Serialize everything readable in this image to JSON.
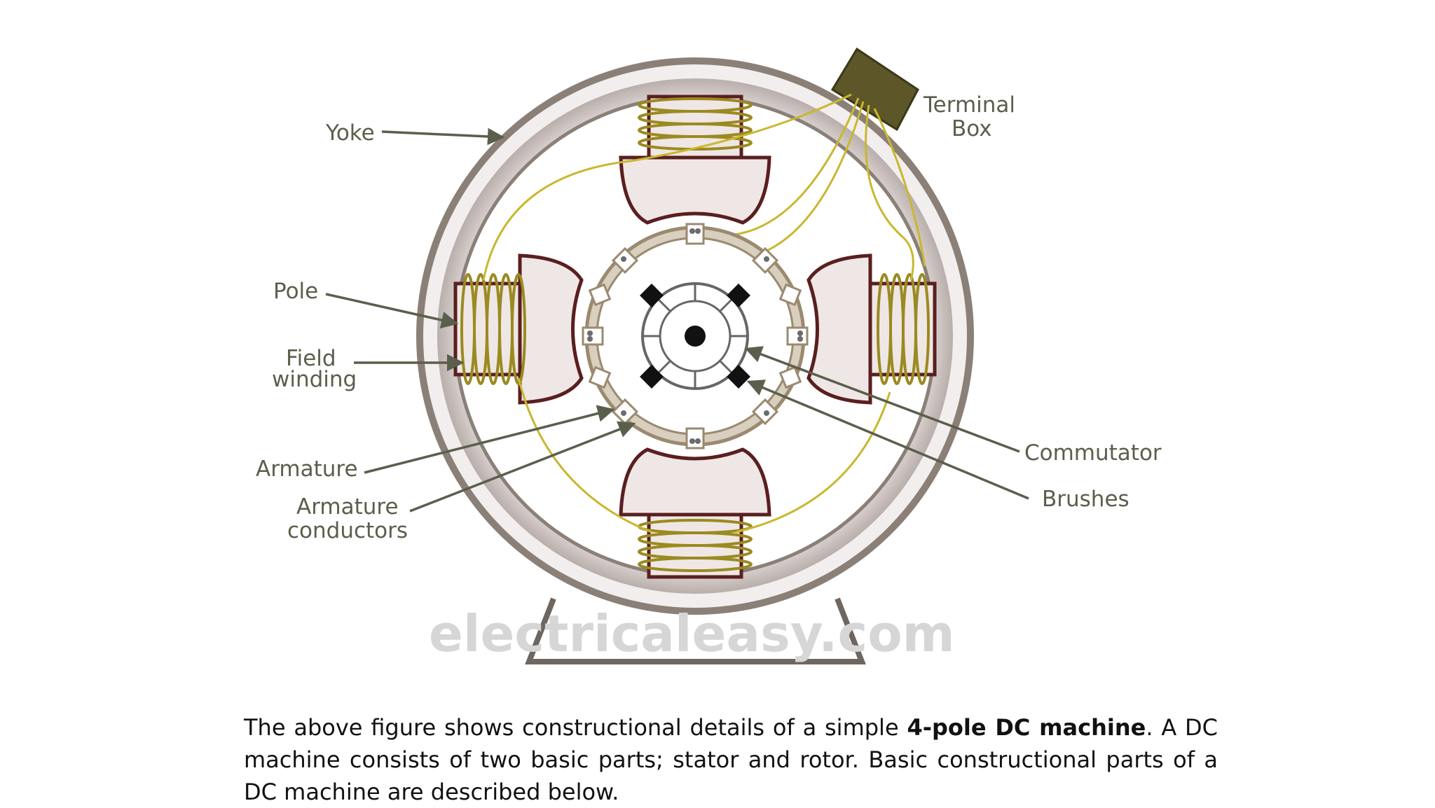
{
  "diagram": {
    "labels": {
      "yoke": "Yoke",
      "terminal_box_1": "Terminal",
      "terminal_box_2": "Box",
      "pole": "Pole",
      "field_winding_1": "Field",
      "field_winding_2": "winding",
      "armature": "Armature",
      "armature_conductors_1": "Armature",
      "armature_conductors_2": "conductors",
      "commutator": "Commutator",
      "brushes": "Brushes"
    },
    "watermark": "electricaleasy.com",
    "colors": {
      "yoke_outer": "#8a8078",
      "yoke_band": "#cfc6c4",
      "pole_fill": "#efe7e5",
      "pole_outline": "#5a1f1f",
      "winding": "#9a8a20",
      "wire": "#c9b72e",
      "armature": "#9a8a70",
      "terminal_box": "#5c5628",
      "label_arrow": "#5a5f4c"
    }
  },
  "caption": {
    "part1": "The above figure shows constructional details of a simple ",
    "bold": "4-pole DC machine",
    "part2": ". A DC machine consists of two basic parts; stator and rotor. Basic constructional parts of a DC machine are described below."
  }
}
